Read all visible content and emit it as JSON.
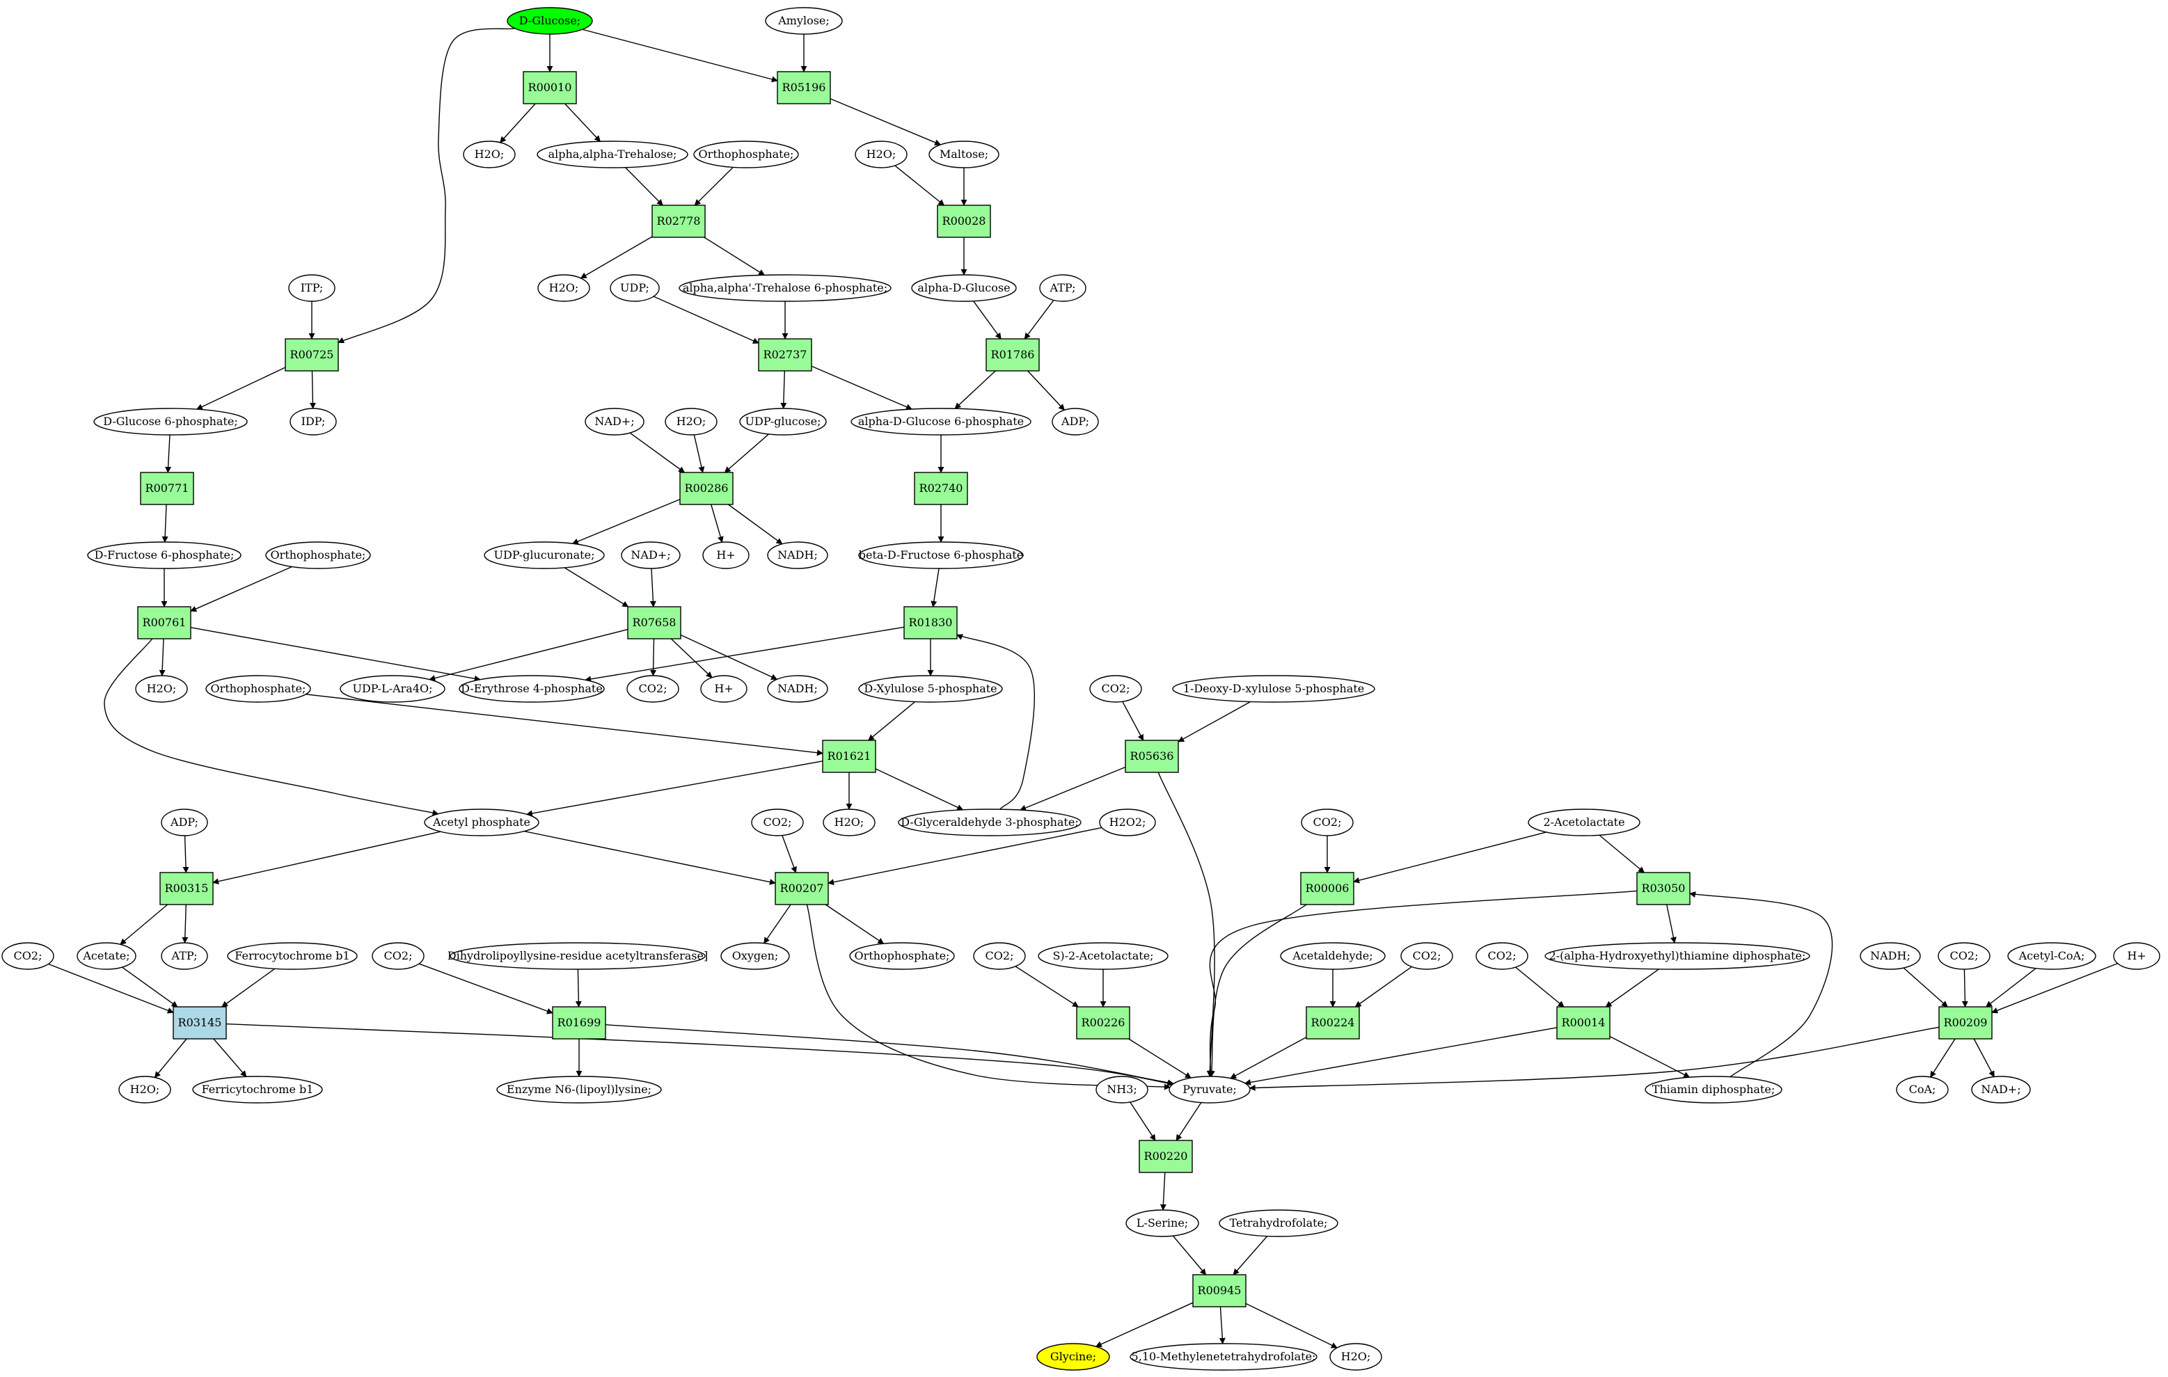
{
  "colors": {
    "source": "#00ff00",
    "target": "#ffff00",
    "reaction": "#98fb98",
    "reaction_alt": "#add8e6",
    "metabolite": "#ffffff",
    "stroke": "#000000"
  },
  "reactions": [
    {
      "id": "r_R00010",
      "label": "R00010"
    },
    {
      "id": "r_R05196",
      "label": "R05196"
    },
    {
      "id": "r_R02778",
      "label": "R02778"
    },
    {
      "id": "r_R00028",
      "label": "R00028"
    },
    {
      "id": "r_R00725",
      "label": "R00725"
    },
    {
      "id": "r_R02737",
      "label": "R02737"
    },
    {
      "id": "r_R01786",
      "label": "R01786"
    },
    {
      "id": "r_R00771",
      "label": "R00771"
    },
    {
      "id": "r_R00286",
      "label": "R00286"
    },
    {
      "id": "r_R02740",
      "label": "R02740"
    },
    {
      "id": "r_R00761",
      "label": "R00761"
    },
    {
      "id": "r_R07658",
      "label": "R07658"
    },
    {
      "id": "r_R01830",
      "label": "R01830"
    },
    {
      "id": "r_R01621",
      "label": "R01621"
    },
    {
      "id": "r_R05636",
      "label": "R05636"
    },
    {
      "id": "r_R00315",
      "label": "R00315"
    },
    {
      "id": "r_R00207",
      "label": "R00207"
    },
    {
      "id": "r_R00006",
      "label": "R00006"
    },
    {
      "id": "r_R03050",
      "label": "R03050"
    },
    {
      "id": "r_R03145",
      "label": "R03145",
      "alt": true
    },
    {
      "id": "r_R01699",
      "label": "R01699"
    },
    {
      "id": "r_R00226",
      "label": "R00226"
    },
    {
      "id": "r_R00224",
      "label": "R00224"
    },
    {
      "id": "r_R00014",
      "label": "R00014"
    },
    {
      "id": "r_R00209",
      "label": "R00209"
    },
    {
      "id": "r_R00220",
      "label": "R00220"
    },
    {
      "id": "r_R00945",
      "label": "R00945"
    }
  ],
  "metabolites": [
    {
      "id": "m_dglucose",
      "label": "D-Glucose;",
      "role": "source"
    },
    {
      "id": "m_amylose",
      "label": "Amylose;"
    },
    {
      "id": "m_h2o_1",
      "label": "H2O;"
    },
    {
      "id": "m_trehalose",
      "label": "alpha,alpha-Trehalose;"
    },
    {
      "id": "m_orthophos_1",
      "label": "Orthophosphate;"
    },
    {
      "id": "m_h2o_2",
      "label": "H2O;"
    },
    {
      "id": "m_maltose",
      "label": "Maltose;"
    },
    {
      "id": "m_itp",
      "label": "ITP;"
    },
    {
      "id": "m_h2o_3",
      "label": "H2O;"
    },
    {
      "id": "m_udp",
      "label": "UDP;"
    },
    {
      "id": "m_treh6p",
      "label": "alpha,alpha'-Trehalose 6-phosphate;"
    },
    {
      "id": "m_adglc",
      "label": "alpha-D-Glucose"
    },
    {
      "id": "m_atp_1",
      "label": "ATP;"
    },
    {
      "id": "m_dglc6p",
      "label": "D-Glucose 6-phosphate;"
    },
    {
      "id": "m_idp",
      "label": "IDP;"
    },
    {
      "id": "m_nadp_1",
      "label": "NAD+;"
    },
    {
      "id": "m_h2o_4",
      "label": "H2O;"
    },
    {
      "id": "m_udpglc",
      "label": "UDP-glucose;"
    },
    {
      "id": "m_adglc6p",
      "label": "alpha-D-Glucose 6-phosphate"
    },
    {
      "id": "m_adp_1",
      "label": "ADP;"
    },
    {
      "id": "m_dfru6p",
      "label": "D-Fructose 6-phosphate;"
    },
    {
      "id": "m_orthophos_2",
      "label": "Orthophosphate;"
    },
    {
      "id": "m_udpglcur",
      "label": "UDP-glucuronate;"
    },
    {
      "id": "m_nadp_2",
      "label": "NAD+;"
    },
    {
      "id": "m_hplus_1",
      "label": "H+"
    },
    {
      "id": "m_nadh_1",
      "label": "NADH;"
    },
    {
      "id": "m_bdfru6p",
      "label": "beta-D-Fructose 6-phosphate"
    },
    {
      "id": "m_h2o_5",
      "label": "H2O;"
    },
    {
      "id": "m_udpara",
      "label": "UDP-L-Ara4O;"
    },
    {
      "id": "m_dery4p",
      "label": "D-Erythrose 4-phosphate"
    },
    {
      "id": "m_co2_1",
      "label": "CO2;"
    },
    {
      "id": "m_hplus_2",
      "label": "H+"
    },
    {
      "id": "m_nadh_2",
      "label": "NADH;"
    },
    {
      "id": "m_dxyl5p",
      "label": "D-Xylulose 5-phosphate"
    },
    {
      "id": "m_orthophos_3",
      "label": "Orthophosphate;"
    },
    {
      "id": "m_co2_2",
      "label": "CO2;"
    },
    {
      "id": "m_ddx5p",
      "label": "1-Deoxy-D-xylulose 5-phosphate"
    },
    {
      "id": "m_adp_2",
      "label": "ADP;"
    },
    {
      "id": "m_acetylp",
      "label": "Acetyl phosphate"
    },
    {
      "id": "m_h2o_6",
      "label": "H2O;"
    },
    {
      "id": "m_dgly3p",
      "label": "D-Glyceraldehyde 3-phosphate;"
    },
    {
      "id": "m_co2_3",
      "label": "CO2;"
    },
    {
      "id": "m_h2o2",
      "label": "H2O2;"
    },
    {
      "id": "m_co2_4",
      "label": "CO2;"
    },
    {
      "id": "m_2acetolac",
      "label": "2-Acetolactate"
    },
    {
      "id": "m_co2_5",
      "label": "CO2;"
    },
    {
      "id": "m_acetate",
      "label": "Acetate;"
    },
    {
      "id": "m_atp_2",
      "label": "ATP;"
    },
    {
      "id": "m_ferrocyt",
      "label": "Ferrocytochrome b1"
    },
    {
      "id": "m_oxygen",
      "label": "Oxygen;"
    },
    {
      "id": "m_orthophos_4",
      "label": "Orthophosphate;"
    },
    {
      "id": "m_co2_6",
      "label": "CO2;"
    },
    {
      "id": "m_dlat",
      "label": "Dihydrolipoyllysine-residue acetyltransferase]"
    },
    {
      "id": "m_co2_7",
      "label": "CO2;"
    },
    {
      "id": "m_s2acetolac",
      "label": "S)-2-Acetolactate;"
    },
    {
      "id": "m_acetald",
      "label": "Acetaldehyde;"
    },
    {
      "id": "m_co2_8",
      "label": "CO2;"
    },
    {
      "id": "m_co2_9",
      "label": "CO2;"
    },
    {
      "id": "m_hetpp",
      "label": "2-(alpha-Hydroxyethyl)thiamine diphosphate;"
    },
    {
      "id": "m_nadh_3",
      "label": "NADH;"
    },
    {
      "id": "m_co2_10",
      "label": "CO2;"
    },
    {
      "id": "m_acetylcoa",
      "label": "Acetyl-CoA;"
    },
    {
      "id": "m_hplus_3",
      "label": "H+"
    },
    {
      "id": "m_h2o_7",
      "label": "H2O;"
    },
    {
      "id": "m_ferricyt",
      "label": "Ferricytochrome b1"
    },
    {
      "id": "m_lipoyl",
      "label": "Enzyme N6-(lipoyl)lysine;"
    },
    {
      "id": "m_nh3",
      "label": "NH3;"
    },
    {
      "id": "m_pyruvate",
      "label": "Pyruvate;"
    },
    {
      "id": "m_tpp",
      "label": "Thiamin diphosphate;"
    },
    {
      "id": "m_coa",
      "label": "CoA;"
    },
    {
      "id": "m_nadp_3",
      "label": "NAD+;"
    },
    {
      "id": "m_lserine",
      "label": "L-Serine;"
    },
    {
      "id": "m_thf",
      "label": "Tetrahydrofolate;"
    },
    {
      "id": "m_glycine",
      "label": "Glycine;",
      "role": "target"
    },
    {
      "id": "m_methf",
      "label": "5,10-Methylenetetrahydrofolate;"
    },
    {
      "id": "m_h2o_8",
      "label": "H2O;"
    }
  ]
}
